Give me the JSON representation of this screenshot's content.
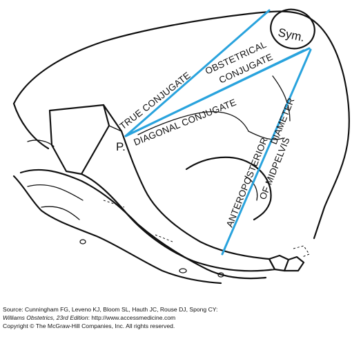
{
  "labels": {
    "sym": "Sym.",
    "p": "P.",
    "true_conjugate": "TRUE CONJUGATE",
    "obstetrical": "OBSTETRICAL",
    "conjugate": "CONJUGATE",
    "diagonal_conjugate": "DIAGONAL CONJUGATE",
    "anteroposterior": "ANTEROPOSTERIOR",
    "diameter": "DIAMETER",
    "of_midpelvis": "OF MIDPELVIS"
  },
  "caption": {
    "source": "Source: Cunningham FG, Leveno KJ, Bloom SL, Hauth JC, Rouse DJ, Spong CY:",
    "book_title": "Williams Obstetrics, 23rd Edition",
    "book_url": ": http://www.accessmedicine.com",
    "copyright": "Copyright © The McGraw-Hill Companies, Inc. All rights reserved."
  },
  "colors": {
    "measure_lines": "#29a3dd",
    "outline": "#111111"
  }
}
